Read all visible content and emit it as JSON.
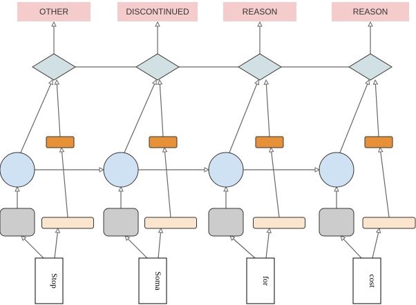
{
  "diagram": {
    "output_labels": [
      "OTHER",
      "DISCONTINUED",
      "REASON",
      "REASON"
    ],
    "input_words": [
      "Stop",
      "Soma",
      "for",
      "cost"
    ]
  },
  "colors": {
    "output_label_fill": "#f4cccc",
    "diamond_fill": "#d0e0e3",
    "circle_fill": "#cfe2f3",
    "orange_box_fill": "#e69138",
    "gray_box_fill": "#cccccc",
    "peach_box_fill": "#fce5cd",
    "edge": "#666666"
  }
}
